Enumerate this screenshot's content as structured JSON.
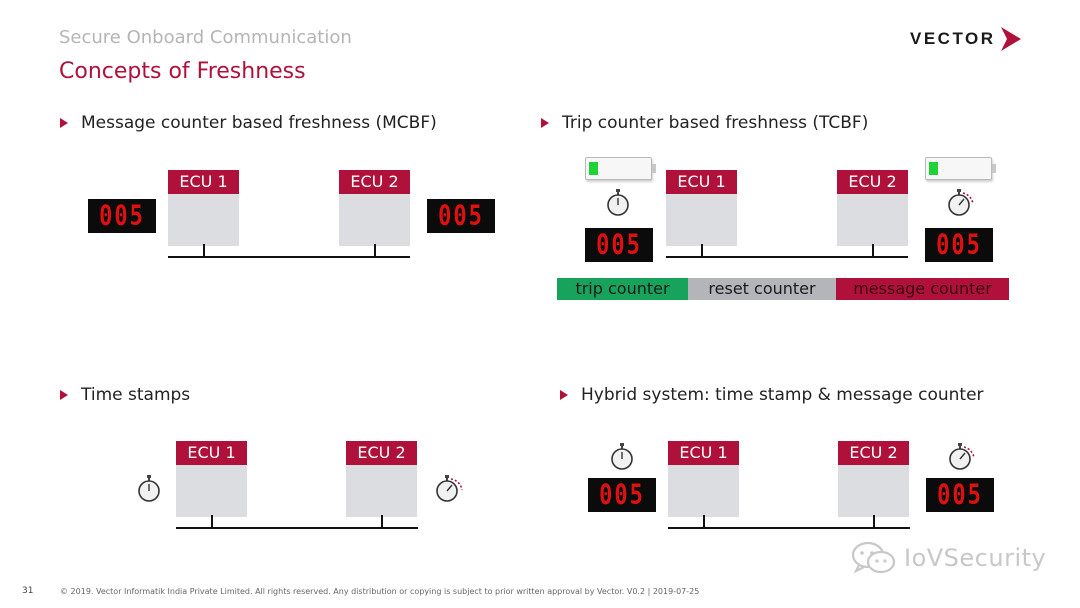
{
  "header": {
    "subtitle": "Secure Onboard Communication",
    "title": "Concepts of Freshness",
    "logo_text": "VECTOR"
  },
  "sections": {
    "mcbf": {
      "heading": "Message counter based freshness (MCBF)"
    },
    "tcbf": {
      "heading": "Trip counter based freshness (TCBF)"
    },
    "timestamps": {
      "heading": "Time stamps"
    },
    "hybrid": {
      "heading": "Hybrid system: time stamp & message counter"
    }
  },
  "ecu": {
    "one": "ECU 1",
    "two": "ECU 2"
  },
  "counter_value": "005",
  "legend": {
    "trip": "trip counter",
    "reset": "reset counter",
    "message": "message counter"
  },
  "watermark": "IoVSecurity",
  "footer": {
    "page_number": "31",
    "text": "© 2019. Vector Informatik India Private Limited. All rights reserved. Any distribution or copying is subject to prior written approval by Vector. V0.2 | 2019-07-25"
  },
  "colors": {
    "accent": "#b0113a",
    "ecu_body": "#dcdde0",
    "trip": "#17a35b",
    "reset": "#b3b5b8",
    "led": "#e01010"
  },
  "icons": [
    "stopwatch-icon",
    "battery-icon",
    "wechat-icon",
    "vector-chevron-icon"
  ]
}
